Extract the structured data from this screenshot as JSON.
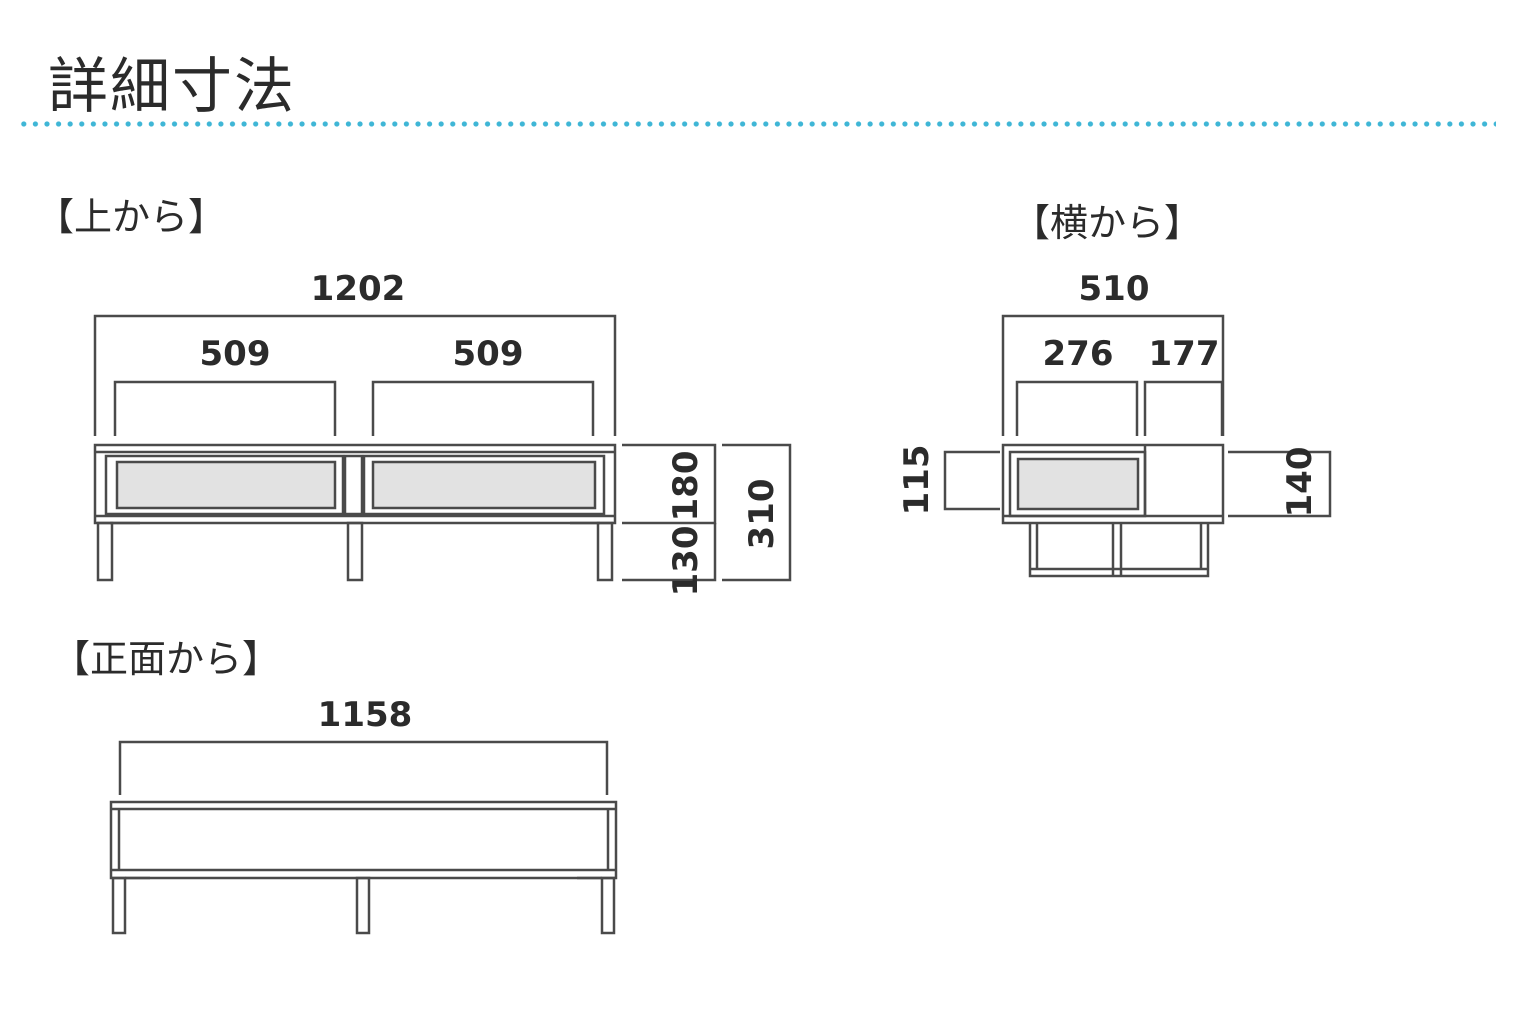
{
  "title": "詳細寸法",
  "sections": {
    "top": {
      "label": "【上から】"
    },
    "side": {
      "label": "【横から】"
    },
    "front": {
      "label": "【正面から】"
    }
  },
  "dimensions": {
    "top": {
      "overall_width": "1202",
      "left_drawer": "509",
      "right_drawer": "509",
      "body_height": "180",
      "leg_height": "130",
      "total_height": "310"
    },
    "side": {
      "overall_depth": "510",
      "drawer_depth": "276",
      "rear_depth": "177",
      "drawer_height": "115",
      "body_height": "140"
    },
    "front": {
      "inner_width": "1158"
    }
  },
  "colors": {
    "line": "#4a4a4a",
    "panel_fill": "#e2e2e2",
    "accent_dots": "#3fb6d6"
  }
}
